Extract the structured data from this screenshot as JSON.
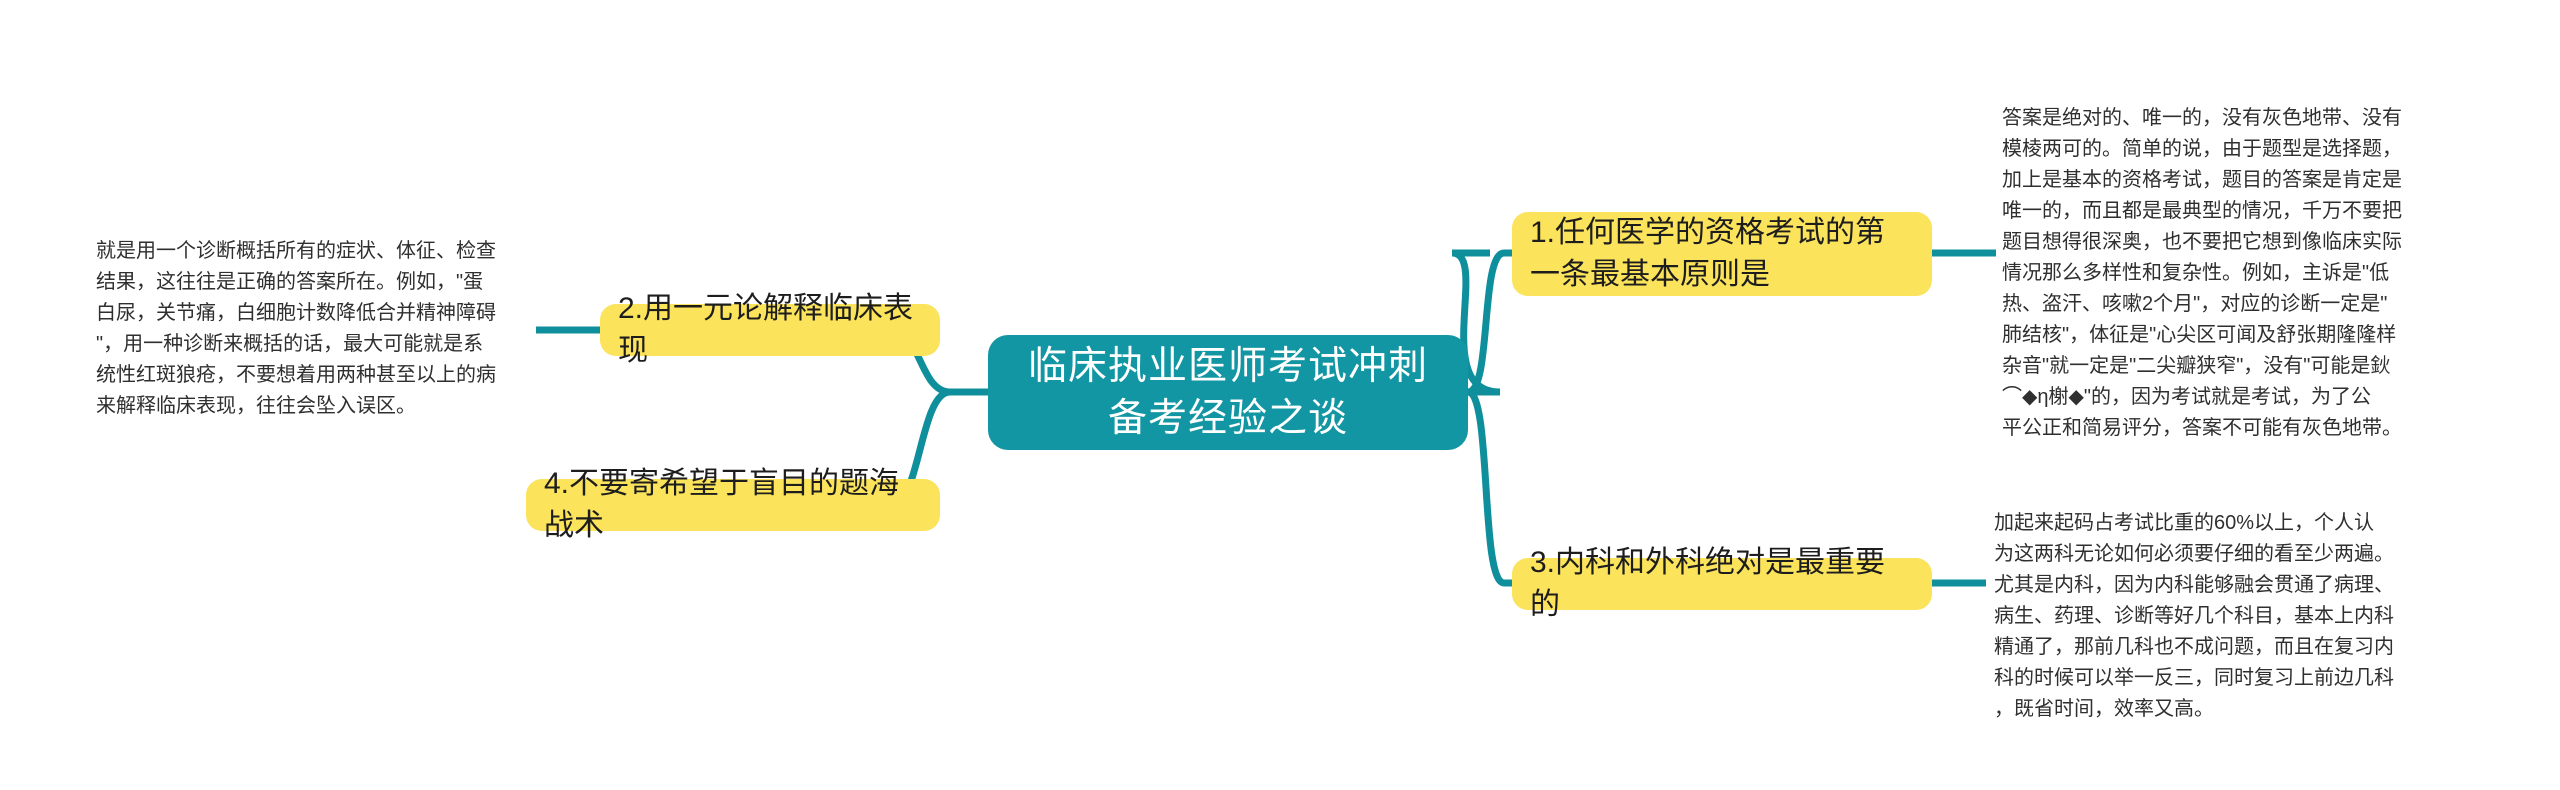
{
  "map": {
    "theme": {
      "center_fill": "#1396a3",
      "branch_fill": "#fbe35c",
      "connector": "#0f8f9c",
      "center_text": "#ffffff",
      "branch_text": "#1d1d1d",
      "note_text": "#2f2f2f",
      "background": "#ffffff"
    },
    "center": {
      "label": "临床执业医师考试冲刺备考经验之谈"
    },
    "branches": [
      {
        "id": "branch-1",
        "side": "right",
        "label": "1.任何医学的资格考试的第一条最基本原则是",
        "note": "答案是绝对的、唯一的，没有灰色地带、没有\n模棱两可的。简单的说，由于题型是选择题，\n加上是基本的资格考试，题目的答案是肯定是\n唯一的，而且都是最典型的情况，千万不要把\n题目想得很深奥，也不要把它想到像临床实际\n情况那么多样性和复杂性。例如，主诉是\"低\n热、盗汗、咳嗽2个月\"，对应的诊断一定是\"\n肺结核\"，体征是\"心尖区可闻及舒张期隆隆样\n杂音\"就一定是\"二尖瓣狭窄\"，没有\"可能是鈥\n⌒◆η榭◆\"的，因为考试就是考试，为了公\n平公正和简易评分，答案不可能有灰色地带。"
      },
      {
        "id": "branch-2",
        "side": "left",
        "label": "2.用一元论解释临床表现",
        "note": "就是用一个诊断概括所有的症状、体征、检查\n结果，这往往是正确的答案所在。例如，\"蛋\n白尿，关节痛，白细胞计数降低合并精神障碍\n\"，用一种诊断来概括的话，最大可能就是系\n统性红斑狼疮，不要想着用两种甚至以上的病\n来解释临床表现，往往会坠入误区。"
      },
      {
        "id": "branch-3",
        "side": "right",
        "label": "3.内科和外科绝对是最重要的",
        "note": "加起来起码占考试比重的60%以上，个人认\n为这两科无论如何必须要仔细的看至少两遍。\n尤其是内科，因为内科能够融会贯通了病理、\n病生、药理、诊断等好几个科目，基本上内科\n精通了，那前几科也不成问题，而且在复习内\n科的时候可以举一反三，同时复习上前边几科\n，既省时间，效率又高。"
      },
      {
        "id": "branch-4",
        "side": "left",
        "label": "4.不要寄希望于盲目的题海战术",
        "note": ""
      }
    ]
  }
}
